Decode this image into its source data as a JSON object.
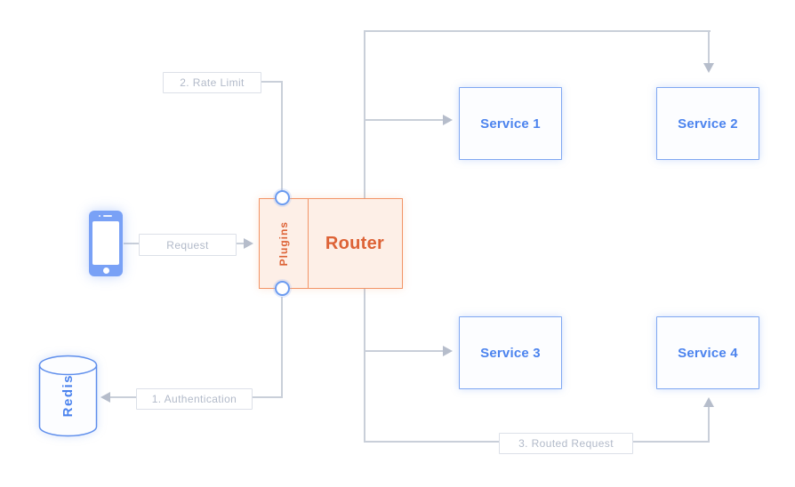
{
  "nodes": {
    "client": {
      "icon": "smartphone-icon"
    },
    "router": {
      "label": "Router",
      "plugins_label": "Plugins"
    },
    "redis": {
      "label": "Redis",
      "icon": "database-cylinder-icon"
    },
    "services": [
      {
        "label": "Service 1"
      },
      {
        "label": "Service 2"
      },
      {
        "label": "Service 3"
      },
      {
        "label": "Service 4"
      }
    ]
  },
  "edges": {
    "request_label": "Request",
    "rate_limit_label": "2. Rate Limit",
    "authentication_label": "1. Authentication",
    "routed_request_label": "3. Routed Request"
  },
  "colors": {
    "line": "#C9CFD9",
    "arrow": "#B6BDCB",
    "label-text": "#B2BAC9",
    "label-border": "#DCE0E8",
    "blue-border": "#7FA7F2",
    "blue-text": "#4B83EE",
    "phone-blue": "#79A1F6",
    "orange-border": "#F29466",
    "orange-text": "#DD6236",
    "orange-fill": "#FDEFE7",
    "service-fill": "#FCFDFF"
  }
}
